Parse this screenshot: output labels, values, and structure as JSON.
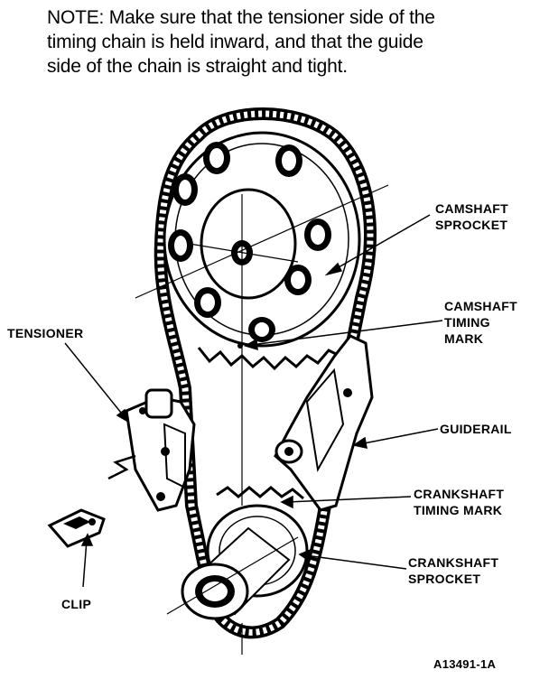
{
  "note": {
    "lines": [
      "NOTE: Make sure that the tensioner side of the",
      "timing chain is held inward, and that the guide",
      "side of the chain is straight and tight."
    ]
  },
  "labels": {
    "camshaft_sprocket": [
      "CAMSHAFT",
      "SPROCKET"
    ],
    "camshaft_timing_mark": [
      "CAMSHAFT",
      "TIMING",
      "MARK"
    ],
    "tensioner": "TENSIONER",
    "guiderail": "GUIDERAIL",
    "crankshaft_timing_mark": [
      "CRANKSHAFT",
      "TIMING MARK"
    ],
    "crankshaft_sprocket": [
      "CRANKSHAFT",
      "SPROCKET"
    ],
    "clip": "CLIP"
  },
  "figure_id": "A13491-1A"
}
